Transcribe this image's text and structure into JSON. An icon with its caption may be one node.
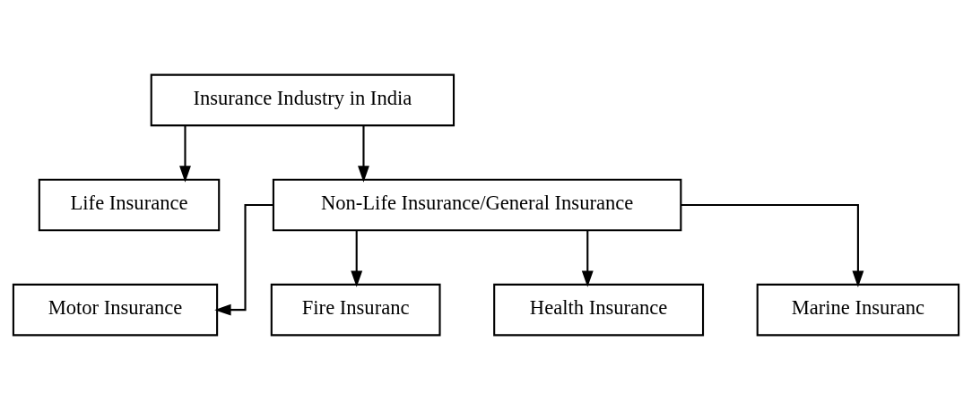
{
  "diagram": {
    "nodes": [
      {
        "text": [
          "Insurance Industry in India"
        ]
      },
      {
        "text": [
          "Life Insurance"
        ]
      },
      {
        "text": [
          "Non-Life Insurance/General Insurance"
        ]
      },
      {
        "text": [
          "Motor Insurance"
        ]
      },
      {
        "text": [
          "Fire Insuranc"
        ]
      },
      {
        "text": [
          "Health Insurance"
        ]
      },
      {
        "text": [
          "Marine Insuranc"
        ]
      }
    ],
    "edges": [
      {
        "from": 0,
        "to": 1,
        "arrow": "to"
      },
      {
        "from": 0,
        "to": 2,
        "arrow": "to"
      },
      {
        "from": 2,
        "to": 3,
        "arrow": "to"
      },
      {
        "from": 2,
        "to": 4,
        "arrow": "to"
      },
      {
        "from": 2,
        "to": 5,
        "arrow": "to"
      },
      {
        "from": 2,
        "to": 6,
        "arrow": "to"
      }
    ]
  }
}
